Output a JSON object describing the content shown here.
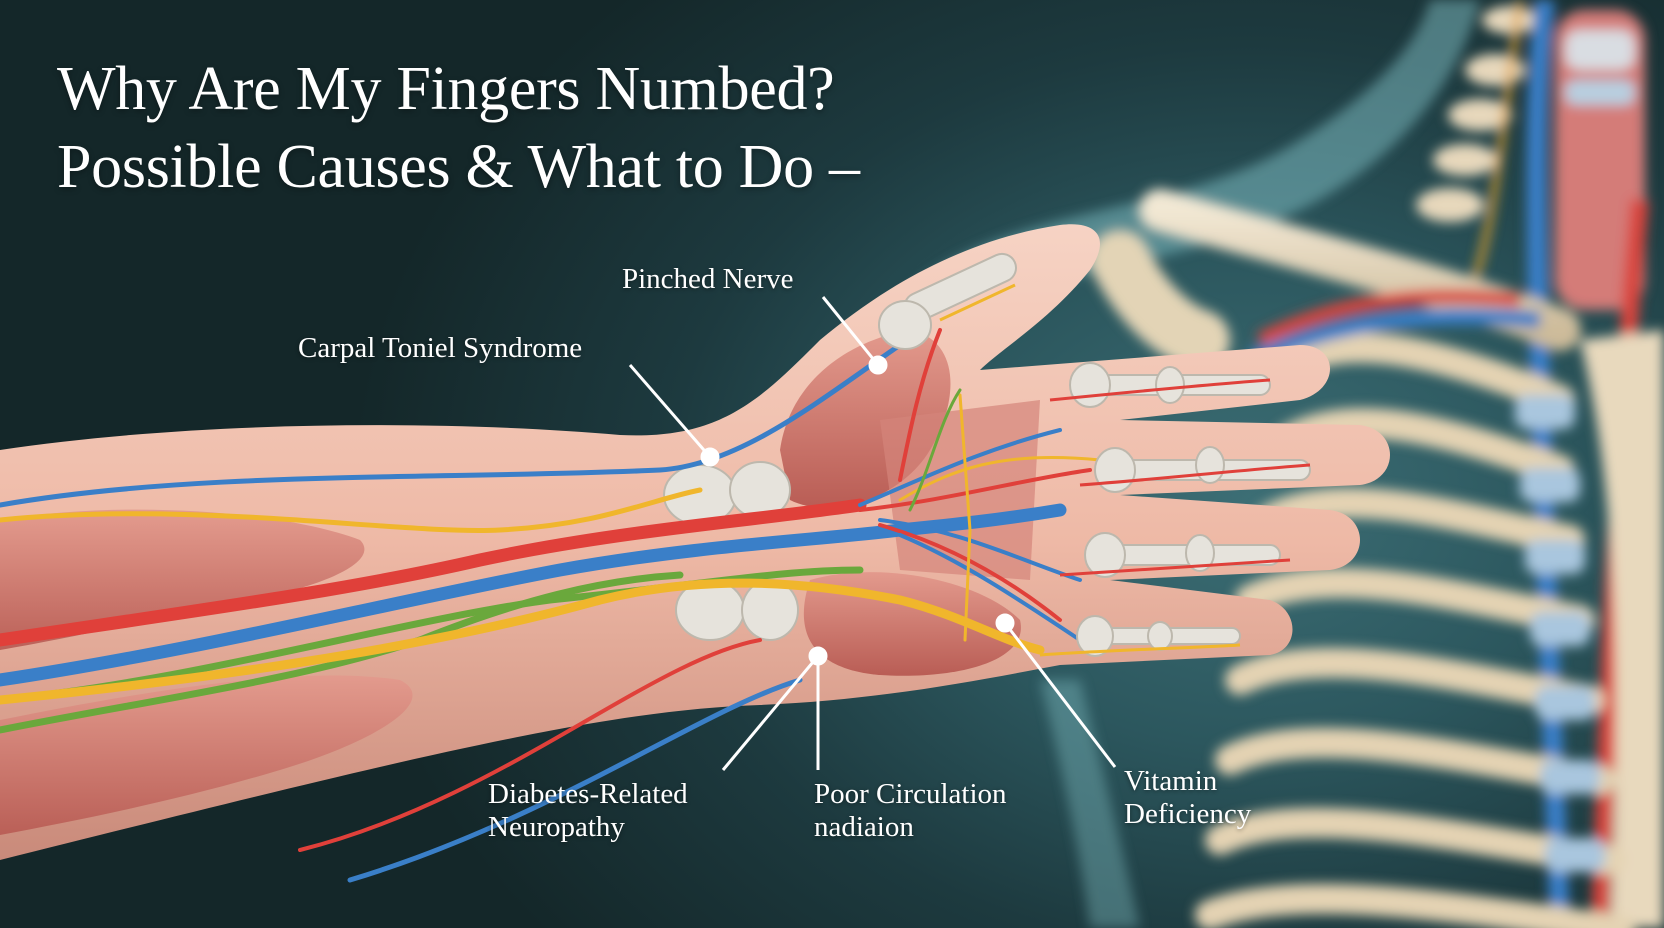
{
  "title": {
    "line1": "Why Are My Fingers Numbed?",
    "line2": "Possible Causes & What to Do –"
  },
  "callouts": [
    {
      "id": "pinched-nerve",
      "lines": [
        "Pinched Nerve"
      ],
      "dot": [
        878,
        365
      ],
      "line_from": [
        823,
        297
      ]
    },
    {
      "id": "carpal-tunnel",
      "lines": [
        "Carpal Toniel Syndrome"
      ],
      "dot": [
        710,
        457
      ],
      "line_from": [
        630,
        365
      ]
    },
    {
      "id": "diabetes-neuropathy",
      "lines": [
        "Diabetes-Related",
        "Neuropathy"
      ],
      "dot": [
        818,
        656
      ],
      "line_from": [
        723,
        770
      ]
    },
    {
      "id": "poor-circulation",
      "lines": [
        "Poor Circulation",
        "nadiaion"
      ],
      "dot": [
        818,
        656
      ],
      "line_from": [
        818,
        770
      ]
    },
    {
      "id": "vitamin-deficiency",
      "lines": [
        "Vitamin",
        "Deficiency"
      ],
      "dot": [
        1005,
        623
      ],
      "line_from": [
        1115,
        767
      ]
    }
  ],
  "colors": {
    "background_dark": "#142729",
    "background_teal": "#3c6e75",
    "skin": "#f0bfae",
    "muscle": "#d0766c",
    "artery": "#e0403a",
    "vein": "#3a7fc8",
    "nerve_yellow": "#f0b62c",
    "nerve_green": "#6aa83c",
    "bone": "#e9dcc2",
    "cartilage": "#a9c6de",
    "label_text": "#ffffff"
  }
}
